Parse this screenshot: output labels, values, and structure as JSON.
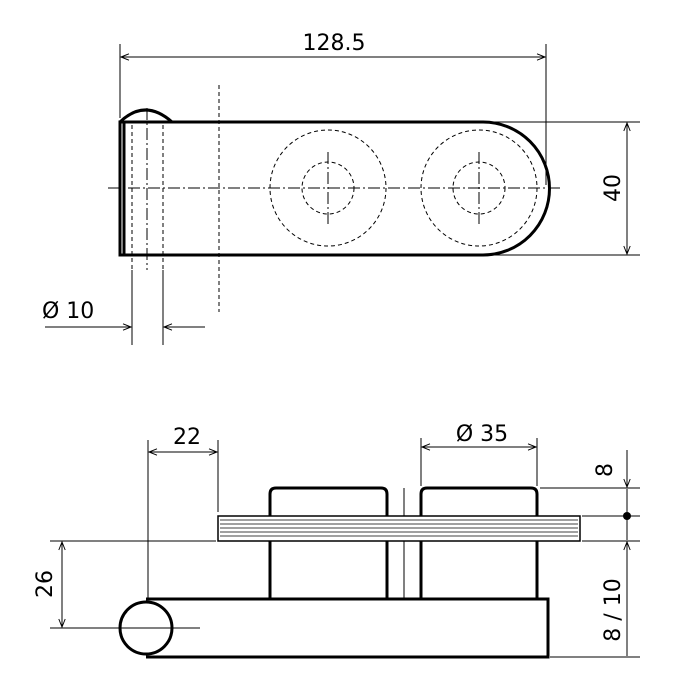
{
  "dimensions": {
    "top_length": "128.5",
    "top_height": "40",
    "pin_diameter": "Ø 10",
    "offset": "22",
    "boss_diameter": "Ø 35",
    "plate_thickness": "8",
    "pin_height": "26",
    "lower_thickness": "8 / 10"
  },
  "colors": {
    "line": "#000000",
    "background": "#ffffff"
  }
}
